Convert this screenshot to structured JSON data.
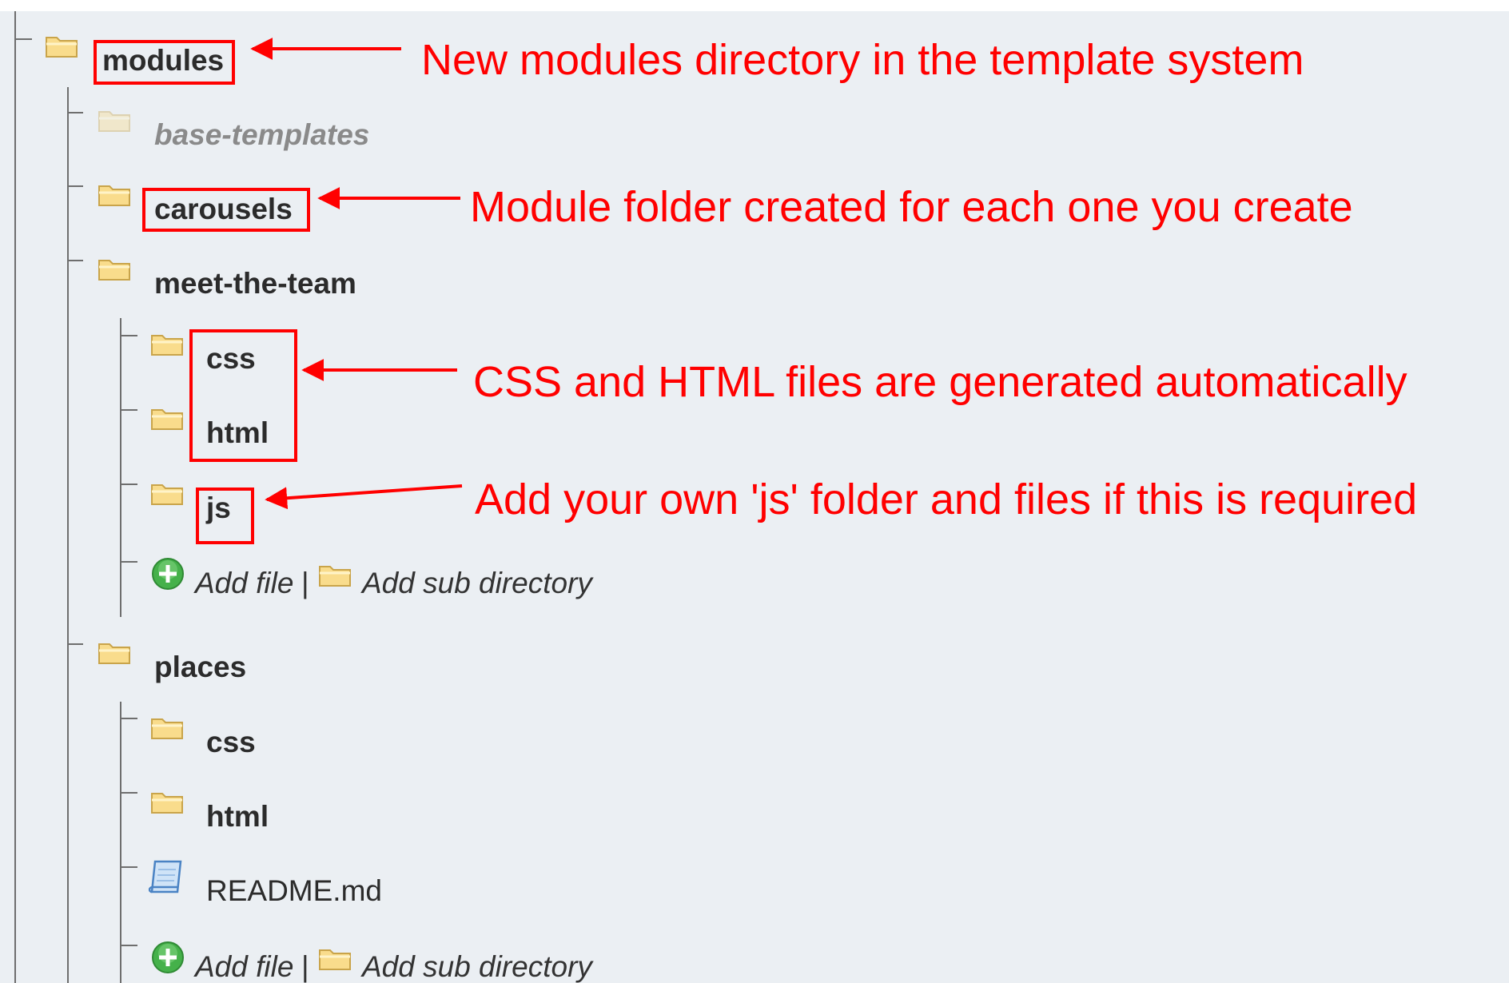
{
  "colors": {
    "panel_background": "#ebeff3",
    "tree_line": "#6e6e6e",
    "folder_fill": "#f9dc8c",
    "folder_stroke": "#c9a44a",
    "annotation_red": "#ff0000",
    "add_icon_green": "#45b14a"
  },
  "icons": {
    "folder": "folder-icon",
    "add": "plus-circle-icon",
    "file": "document-scroll-icon"
  },
  "tree": {
    "root": "modules",
    "base_templates": "base-templates",
    "carousels": "carousels",
    "meet_the_team": {
      "name": "meet-the-team",
      "css": "css",
      "html": "html",
      "js": "js",
      "add_file": "Add file",
      "separator": "|",
      "add_sub_directory": "Add sub directory"
    },
    "places": {
      "name": "places",
      "css": "css",
      "html": "html",
      "readme": "README.md",
      "add_file": "Add file",
      "separator": "|",
      "add_sub_directory": "Add sub directory"
    }
  },
  "annotations": {
    "modules": "New modules directory in the template system",
    "carousels": "Module folder created for each one you create",
    "css_html": "CSS and HTML files are generated automatically",
    "js": "Add your own 'js' folder and files if this is required"
  }
}
